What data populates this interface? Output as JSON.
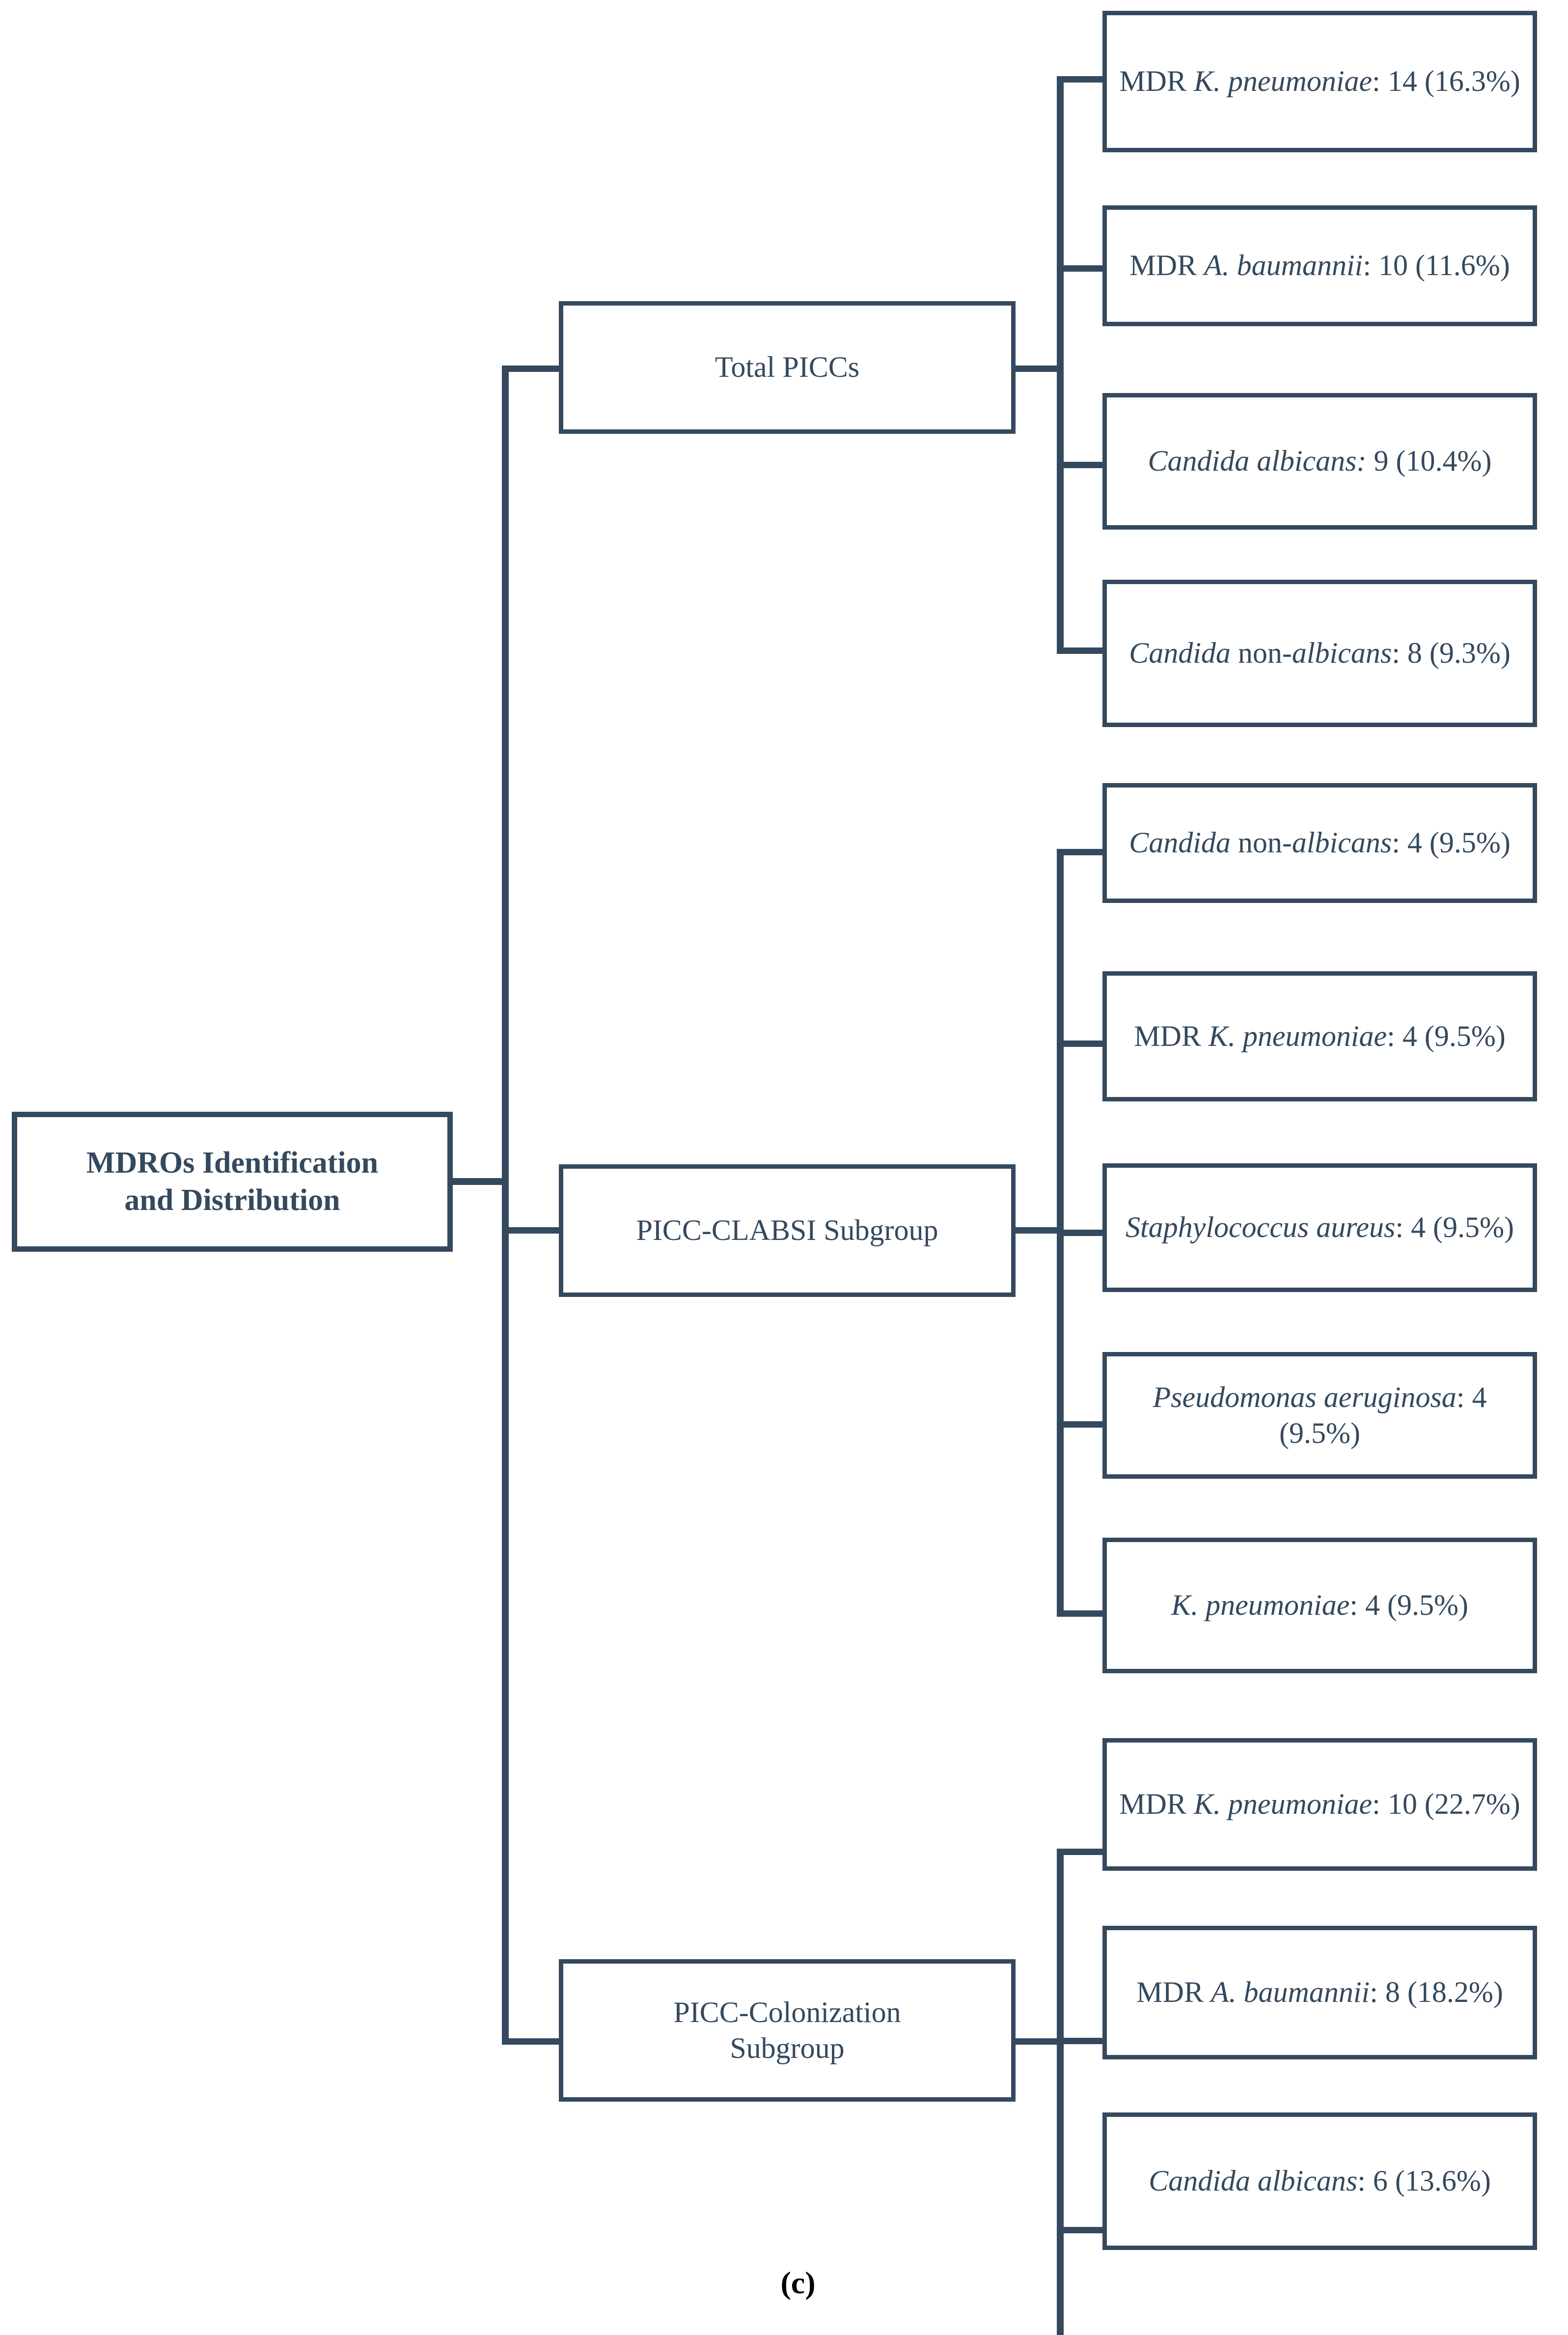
{
  "figure": {
    "caption": "(c)",
    "accent_color": "#34495e",
    "background": "#ffffff",
    "caption_color": "#000000"
  },
  "root": {
    "label": "MDROs Identification and Distribution",
    "line1": "MDROs Identification",
    "line2": "and Distribution"
  },
  "branches": [
    {
      "id": "total-piccs",
      "label": "Total PICCs",
      "leaves": [
        {
          "id": "total-mdr-kpneumoniae",
          "text": "MDR K. pneumoniae: 14 (16.3%)",
          "organism": "MDR K. pneumoniae",
          "count": 14,
          "percent": "16.3%",
          "parts": [
            {
              "t": "MDR ",
              "i": false
            },
            {
              "t": "K. pneumoniae",
              "i": true
            },
            {
              "t": ": 14 (16.3%)",
              "i": false
            }
          ]
        },
        {
          "id": "total-mdr-abaumannii",
          "text": "MDR A. baumannii: 10 (11.6%)",
          "organism": "MDR A. baumannii",
          "count": 10,
          "percent": "11.6%",
          "parts": [
            {
              "t": "MDR ",
              "i": false
            },
            {
              "t": "A. baumannii",
              "i": true
            },
            {
              "t": ": 10 (11.6%)",
              "i": false
            }
          ]
        },
        {
          "id": "total-candida-albicans",
          "text": "Candida albicans: 9 (10.4%)",
          "organism": "Candida albicans",
          "count": 9,
          "percent": "10.4%",
          "parts": [
            {
              "t": "Candida albicans:",
              "i": true
            },
            {
              "t": " 9 (10.4%)",
              "i": false
            }
          ]
        },
        {
          "id": "total-candida-non-albicans",
          "text": "Candida non-albicans: 8 (9.3%)",
          "organism": "Candida non-albicans",
          "count": 8,
          "percent": "9.3%",
          "parts": [
            {
              "t": "Candida ",
              "i": true
            },
            {
              "t": "non-",
              "i": false
            },
            {
              "t": "albicans",
              "i": true
            },
            {
              "t": ": 8 (9.3%)",
              "i": false
            }
          ]
        }
      ]
    },
    {
      "id": "picc-clabsi",
      "label": "PICC-CLABSI Subgroup",
      "leaves": [
        {
          "id": "clabsi-candida-non-albicans",
          "text": "Candida non-albicans: 4 (9.5%)",
          "organism": "Candida non-albicans",
          "count": 4,
          "percent": "9.5%",
          "parts": [
            {
              "t": "Candida ",
              "i": true
            },
            {
              "t": "non-",
              "i": false
            },
            {
              "t": "albicans",
              "i": true
            },
            {
              "t": ": 4 (9.5%)",
              "i": false
            }
          ]
        },
        {
          "id": "clabsi-mdr-kpneumoniae",
          "text": "MDR K. pneumoniae: 4 (9.5%)",
          "organism": "MDR K. pneumoniae",
          "count": 4,
          "percent": "9.5%",
          "parts": [
            {
              "t": "MDR ",
              "i": false
            },
            {
              "t": "K. pneumoniae",
              "i": true
            },
            {
              "t": ": 4 (9.5%)",
              "i": false
            }
          ]
        },
        {
          "id": "clabsi-staphylococcus-aureus",
          "text": "Staphylococcus aureus: 4 (9.5%)",
          "organism": "Staphylococcus aureus",
          "count": 4,
          "percent": "9.5%",
          "parts": [
            {
              "t": "Staphylococcus aureus",
              "i": true
            },
            {
              "t": ": 4 (9.5%)",
              "i": false
            }
          ]
        },
        {
          "id": "clabsi-pseudomonas-aeruginosa",
          "text": "Pseudomonas aeruginosa: 4 (9.5%)",
          "organism": "Pseudomonas aeruginosa",
          "count": 4,
          "percent": "9.5%",
          "parts": [
            {
              "t": "Pseudomonas aeruginosa",
              "i": true
            },
            {
              "t": ": 4 (9.5%)",
              "i": false
            }
          ]
        },
        {
          "id": "clabsi-kpneumoniae",
          "text": "K. pneumoniae: 4 (9.5%)",
          "organism": "K. pneumoniae",
          "count": 4,
          "percent": "9.5%",
          "parts": [
            {
              "t": "K. pneumoniae",
              "i": true
            },
            {
              "t": ": 4 (9.5%)",
              "i": false
            }
          ]
        }
      ]
    },
    {
      "id": "picc-colonization",
      "label": "PICC-Colonization Subgroup",
      "label_line1": "PICC-Colonization",
      "label_line2": "Subgroup",
      "leaves": [
        {
          "id": "colonization-mdr-kpneumoniae",
          "text": "MDR K. pneumoniae: 10 (22.7%)",
          "organism": "MDR K. pneumoniae",
          "count": 10,
          "percent": "22.7%",
          "parts": [
            {
              "t": "MDR ",
              "i": false
            },
            {
              "t": "K. pneumoniae",
              "i": true
            },
            {
              "t": ": 10 (22.7%)",
              "i": false
            }
          ]
        },
        {
          "id": "colonization-mdr-abaumannii",
          "text": "MDR A. baumannii: 8 (18.2%)",
          "organism": "MDR A. baumannii",
          "count": 8,
          "percent": "18.2%",
          "parts": [
            {
              "t": "MDR ",
              "i": false
            },
            {
              "t": "A. baumannii",
              "i": true
            },
            {
              "t": ": 8 (18.2%)",
              "i": false
            }
          ]
        },
        {
          "id": "colonization-candida-albicans",
          "text": "Candida albicans: 6 (13.6%)",
          "organism": "Candida albicans",
          "count": 6,
          "percent": "13.6%",
          "parts": [
            {
              "t": "Candida albicans",
              "i": true
            },
            {
              "t": ": 6 (13.6%)",
              "i": false
            }
          ]
        }
      ]
    }
  ]
}
